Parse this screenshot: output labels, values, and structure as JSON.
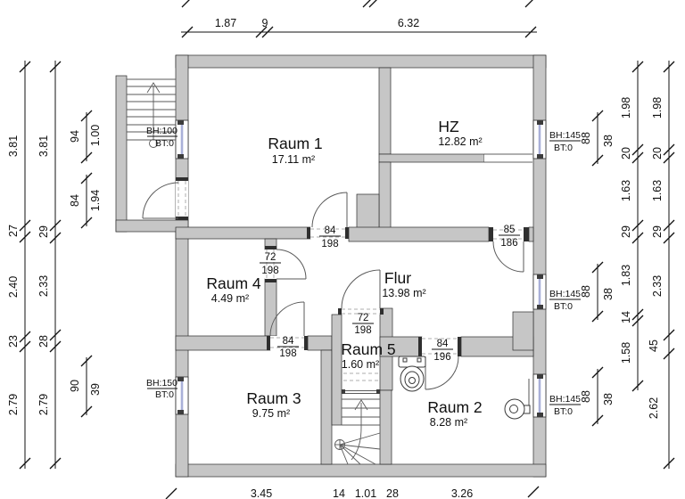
{
  "plan": {
    "rooms": [
      {
        "name": "Raum 1",
        "area": "17.11 m²"
      },
      {
        "name": "HZ",
        "area": "12.82 m²"
      },
      {
        "name": "Raum 4",
        "area": "4.49 m²"
      },
      {
        "name": "Flur",
        "area": "13.98 m²"
      },
      {
        "name": "Raum 5",
        "area": "1.60 m²"
      },
      {
        "name": "Raum 3",
        "area": "9.75 m²"
      },
      {
        "name": "Raum 2",
        "area": "8.28 m²"
      }
    ],
    "doors": [
      {
        "w": "84",
        "h": "198"
      },
      {
        "w": "85",
        "h": "186"
      },
      {
        "w": "72",
        "h": "198"
      },
      {
        "w": "84",
        "h": "198"
      },
      {
        "w": "72",
        "h": "198"
      },
      {
        "w": "84",
        "h": "196"
      }
    ],
    "windows": [
      {
        "bh": "BH:100",
        "bt": "BT:0"
      },
      {
        "bh": "BH:150",
        "bt": "BT:0"
      },
      {
        "bh": "BH:145",
        "bt": "BT:0"
      },
      {
        "bh": "BH:145",
        "bt": "BT:0"
      },
      {
        "bh": "BH:145",
        "bt": "BT:0"
      }
    ],
    "dims": {
      "top": [
        "1.87",
        "9",
        "6.32"
      ],
      "bottom": [
        "3.45",
        "14",
        "1.01",
        "28",
        "3.26"
      ],
      "left_outer": [
        "3.81",
        "27",
        "2.40",
        "23",
        "2.79"
      ],
      "left_inner": [
        "3.81",
        "29",
        "2.33",
        "28",
        "2.79"
      ],
      "left_openings": [
        [
          "94",
          "1.00"
        ],
        [
          "84",
          "1.94"
        ],
        [
          "90",
          "39"
        ]
      ],
      "right_inner": [
        "1.98",
        "20",
        "1.63",
        "29",
        "1.83",
        "14",
        "1.58"
      ],
      "right_outer": [
        "1.98",
        "20",
        "1.63",
        "29",
        "2.33",
        "45",
        "2.62"
      ],
      "right_openings": [
        [
          "88",
          "38"
        ],
        [
          "88",
          "38"
        ],
        [
          "88",
          "38"
        ]
      ]
    },
    "colors": {
      "wall": "#c6c6c6",
      "outline": "#2b2b2b",
      "glass": "#a9b0d8",
      "dim": "#111111"
    }
  }
}
